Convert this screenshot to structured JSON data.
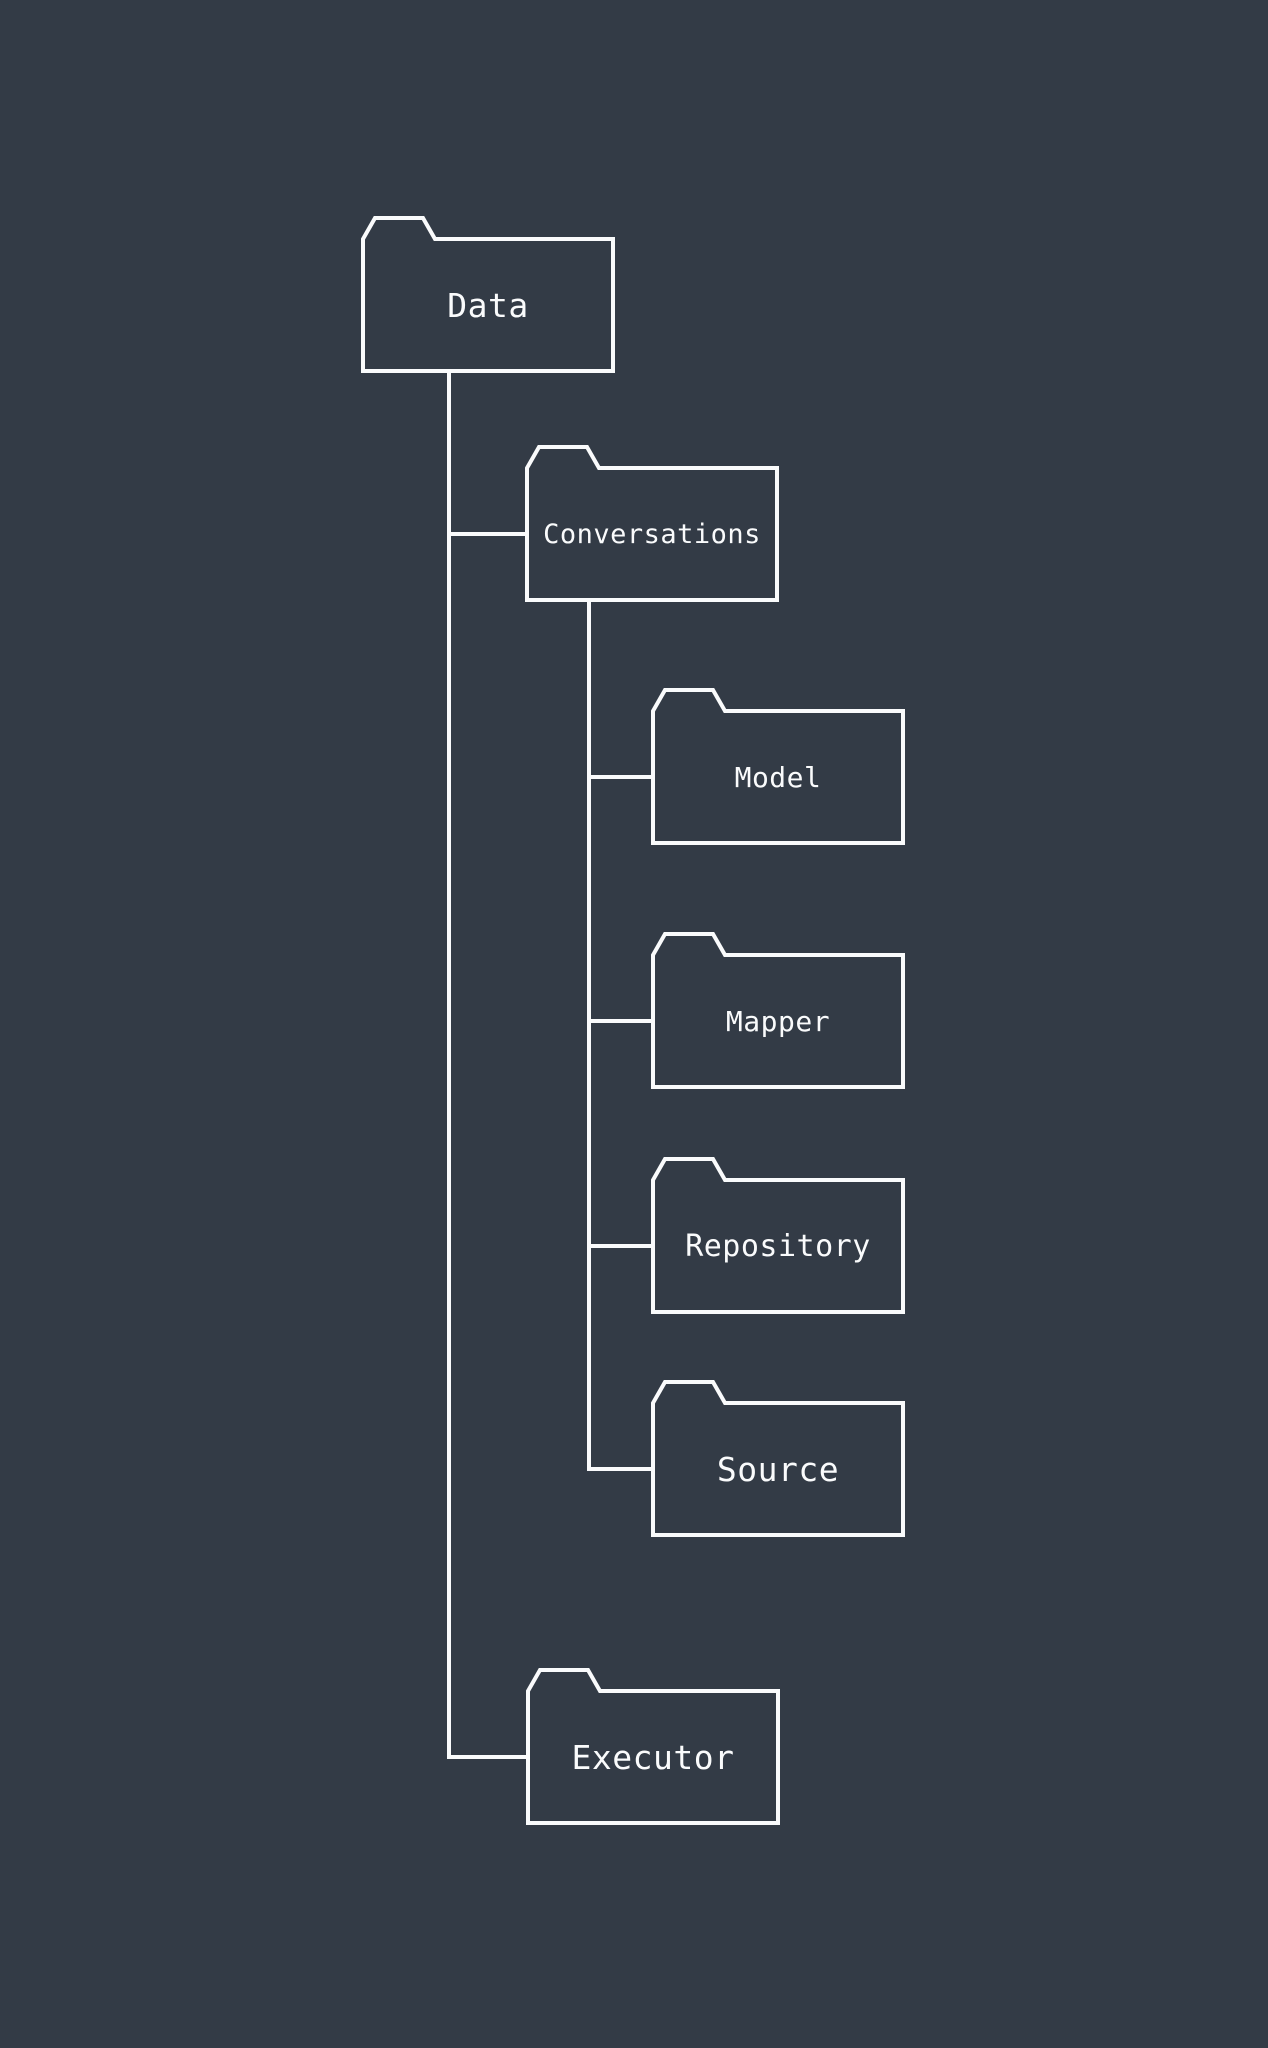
{
  "diagram": {
    "type": "folder-tree",
    "colors": {
      "background": "#333b46",
      "line": "#fafbfc",
      "text": "#fafbfc"
    },
    "nodes": [
      {
        "label": "Data",
        "parent": null
      },
      {
        "label": "Conversations",
        "parent": "Data"
      },
      {
        "label": "Model",
        "parent": "Conversations"
      },
      {
        "label": "Mapper",
        "parent": "Conversations"
      },
      {
        "label": "Repository",
        "parent": "Conversations"
      },
      {
        "label": "Source",
        "parent": "Conversations"
      },
      {
        "label": "Executor",
        "parent": "Data"
      }
    ]
  }
}
